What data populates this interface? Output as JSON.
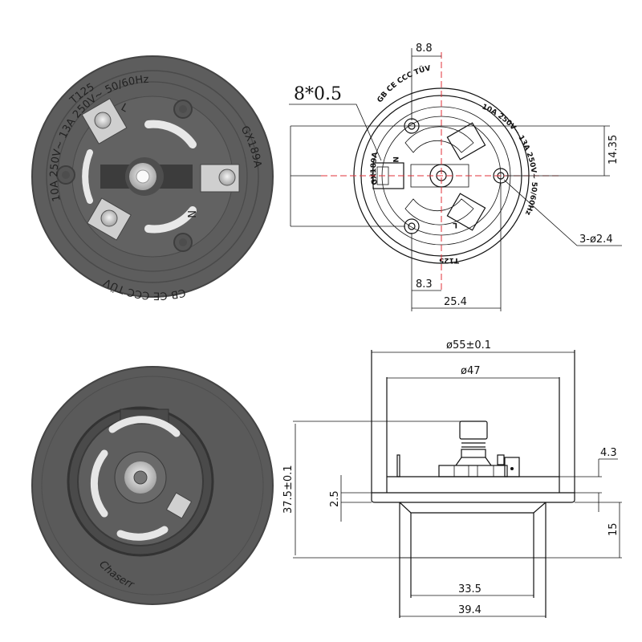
{
  "photo_top": {
    "ring_text_top": "T125",
    "ring_text_left": "10A 250V~ 13A 250V~ 50/60Hz",
    "ring_text_right": "GX189A",
    "ring_text_bottom": "CB  CE  CCC  TÜV",
    "terminal_l": "L",
    "terminal_n": "N"
  },
  "photo_bottom": {
    "brand_logo": "Chaserr"
  },
  "front_view": {
    "thread_label": "8*0.5",
    "dim_top": "8.8",
    "dim_right": "14.35",
    "dim_hole": "3-ø2.4",
    "dim_bottom_small": "8.3",
    "dim_bottom": "25.4",
    "ring_text_top": "GB CE CCC TÜV",
    "ring_text_right": "10A 250V~ 13A 250V~ 50/60Hz",
    "ring_text_left": "GX189A",
    "ring_text_bottom": "T125",
    "terminal_l": "L",
    "terminal_n": "N"
  },
  "side_view": {
    "dim_outer_dia": "ø55±0.1",
    "dim_inner_dia": "ø47",
    "dim_height": "37.5±0.1",
    "dim_flange": "2.5",
    "dim_base": "4.3",
    "dim_spigot_height": "15",
    "dim_spigot_inner": "33.5",
    "dim_spigot_outer": "39.4"
  },
  "colors": {
    "body": "#5a5a5a",
    "centerline": "#e0303a"
  }
}
